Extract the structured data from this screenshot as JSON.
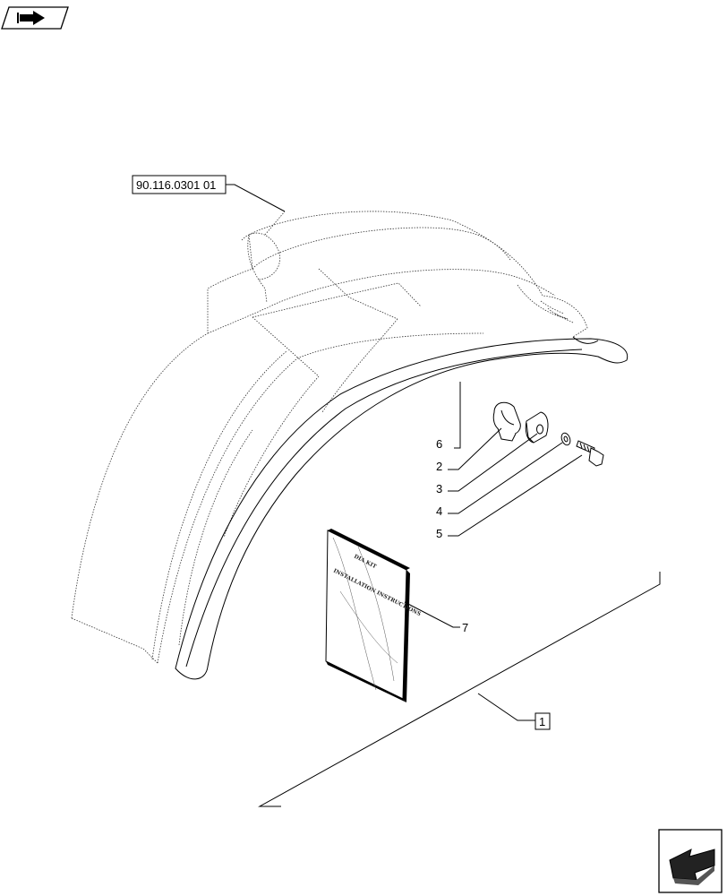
{
  "nav": {
    "prev_icon": "arrow-back-icon",
    "next_icon": "arrow-forward-icon"
  },
  "reference": {
    "code": "90.116.0301 01"
  },
  "book": {
    "line1": "DIA KIT",
    "line2": "INSTALLATION INSTRUCTIONS"
  },
  "callouts": [
    {
      "id": "1",
      "boxed": true
    },
    {
      "id": "2"
    },
    {
      "id": "3"
    },
    {
      "id": "4"
    },
    {
      "id": "5"
    },
    {
      "id": "6"
    },
    {
      "id": "7"
    }
  ]
}
